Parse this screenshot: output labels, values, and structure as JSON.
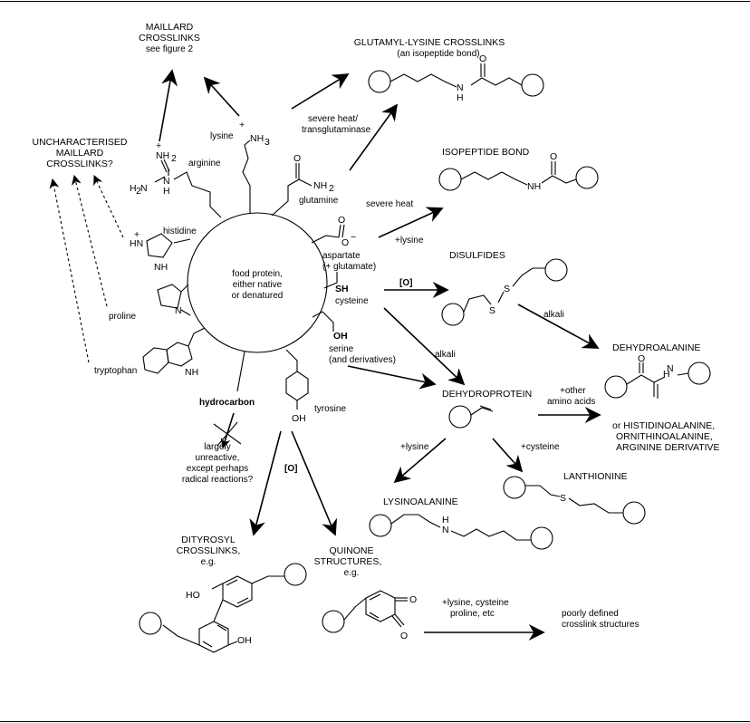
{
  "center": {
    "line1": "food protein,",
    "line2": "either native",
    "line3": "or denatured"
  },
  "residues": {
    "lysine": "lysine",
    "arginine": "arginine",
    "glutamine": "glutamine",
    "histidine": "histidine",
    "aspartate": "aspartate",
    "aspartate_sub": "(+ glutamate)",
    "cysteine": "cysteine",
    "serine": "serine",
    "serine_sub": "(and derivatives)",
    "proline": "proline",
    "tryptophan": "tryptophan",
    "tyrosine": "tyrosine",
    "hydrocarbon": "hydrocarbon"
  },
  "atoms": {
    "nh3": "NH",
    "nh3_sub": "3",
    "plus": "+",
    "nh2": "NH",
    "nh2_sub": "2",
    "h2n": "H",
    "h2n_sub": "2",
    "h2n_n": "N",
    "n": "N",
    "h": "H",
    "hn": "HN",
    "nh": "NH",
    "o": "O",
    "o_minus": "O",
    "minus": "−",
    "sh": "SH",
    "oh": "OH",
    "s": "S",
    "ho": "HO"
  },
  "labels": {
    "maillard": [
      "MAILLARD",
      "CROSSLINKS",
      "see figure 2"
    ],
    "uncharacterised": [
      "UNCHARACTERISED",
      "MAILLARD",
      "CROSSLINKS?"
    ],
    "glutamyl": [
      "GLUTAMYL-LYSINE CROSSLINKS",
      "(an isopeptide bond)"
    ],
    "severe_heat_tg": [
      "severe heat/",
      "transglutaminase"
    ],
    "isopeptide": "ISOPEPTIDE BOND",
    "severe_heat": "severe heat",
    "plus_lysine": "+lysine",
    "disulfides": "DISULFIDES",
    "oxidation": "[O]",
    "alkali": "alkali",
    "dehydroalanine": "DEHYDROALANINE",
    "dehydroprotein": "DEHYDROPROTEIN",
    "plus_other": [
      "+other",
      "amino acids"
    ],
    "histidinoalanine": [
      "or HISTIDINOALANINE,",
      "ORNITHINOALANINE,",
      "ARGININE DERIVATIVE"
    ],
    "plus_cysteine": "+cysteine",
    "lanthionine": "LANTHIONINE",
    "lysinoalanine": "LYSINOALANINE",
    "unreactive": [
      "largely",
      "unreactive,",
      "except perhaps",
      "radical reactions?"
    ],
    "dityrosyl": [
      "DITYROSYL",
      "CROSSLINKS,",
      "e.g."
    ],
    "quinone": [
      "QUINONE",
      "STRUCTURES,",
      "e.g."
    ],
    "plus_lys_cys": [
      "+lysine, cysteine",
      "proline, etc"
    ],
    "poorly_defined": [
      "poorly defined",
      "crosslink structures"
    ]
  }
}
